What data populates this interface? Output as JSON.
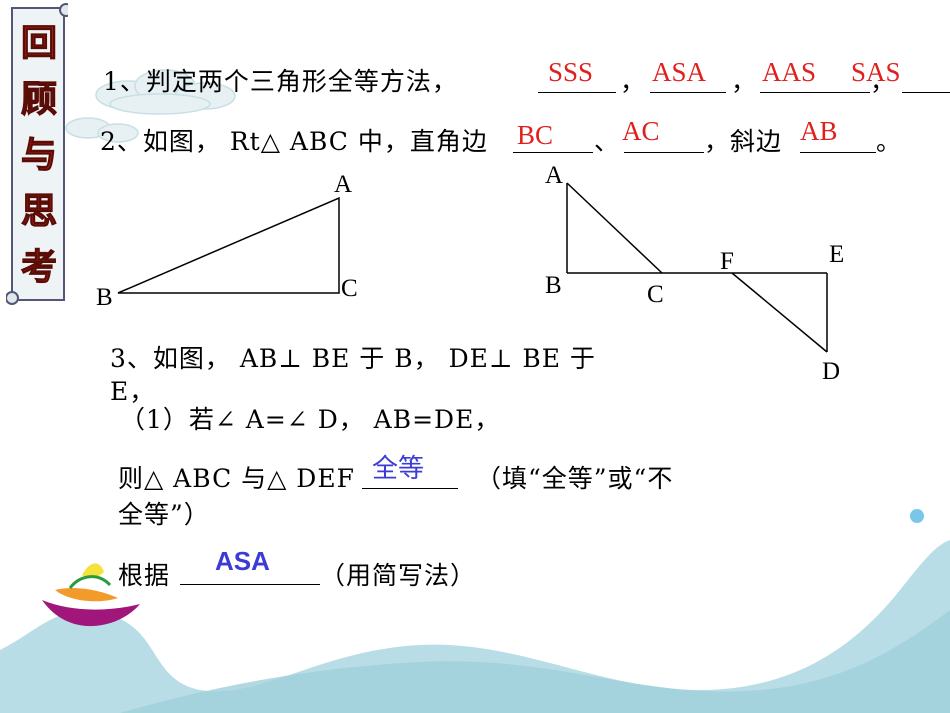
{
  "title_scroll": {
    "chars": [
      "回",
      "顾",
      "与",
      "思",
      "考"
    ]
  },
  "q1": {
    "text": "1、判定两个三角形全等方法，",
    "sep": "，",
    "answers": [
      "SSS",
      "ASA",
      "AAS",
      "SAS"
    ]
  },
  "q2": {
    "text": "2、如图， Rt△ ABC 中，直角边",
    "sep": "、",
    "hyp": "，斜边",
    "end": "。",
    "answers": [
      "BC",
      "AC",
      "AB"
    ]
  },
  "fig1": {
    "labels": {
      "A": "A",
      "B": "B",
      "C": "C"
    }
  },
  "fig2": {
    "labels": {
      "A": "A",
      "B": "B",
      "C": "C",
      "D": "D",
      "E": "E",
      "F": "F"
    }
  },
  "q3": {
    "line1a": "3、如图， AB⊥ BE 于 B， DE⊥ BE 于",
    "line1b": "E，",
    "line2": "（1）若∠ A=∠ D， AB=DE，",
    "line3a": "则△ ABC 与△ DEF",
    "line3b": "（填“全等”或“不",
    "line4": "全等”）",
    "answer_congruent": "全等",
    "line5a": "根据",
    "line5b": "（用简写法）",
    "answer_basis": "ASA"
  }
}
